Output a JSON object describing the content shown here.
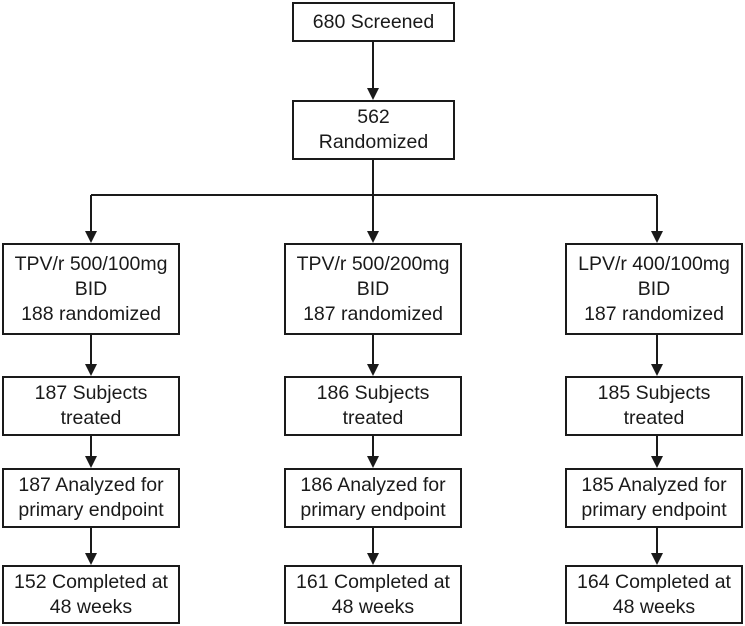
{
  "top": {
    "screened": "680 Screened",
    "randomized_count": "562",
    "randomized_label": "Randomized"
  },
  "arms": [
    {
      "dose": "TPV/r 500/100mg",
      "freq": "BID",
      "randomized": "188 randomized",
      "treated_count": "187 Subjects",
      "treated_label": "treated",
      "analyzed_count": "187 Analyzed for",
      "analyzed_label": "primary endpoint",
      "completed_count": "152 Completed at",
      "completed_label": "48 weeks"
    },
    {
      "dose": "TPV/r 500/200mg",
      "freq": "BID",
      "randomized": "187 randomized",
      "treated_count": "186 Subjects",
      "treated_label": "treated",
      "analyzed_count": "186 Analyzed for",
      "analyzed_label": "primary endpoint",
      "completed_count": "161 Completed at",
      "completed_label": "48 weeks"
    },
    {
      "dose": "LPV/r 400/100mg",
      "freq": "BID",
      "randomized": "187 randomized",
      "treated_count": "185 Subjects",
      "treated_label": "treated",
      "analyzed_count": "185 Analyzed for",
      "analyzed_label": "primary endpoint",
      "completed_count": "164 Completed at",
      "completed_label": "48 weeks"
    }
  ]
}
